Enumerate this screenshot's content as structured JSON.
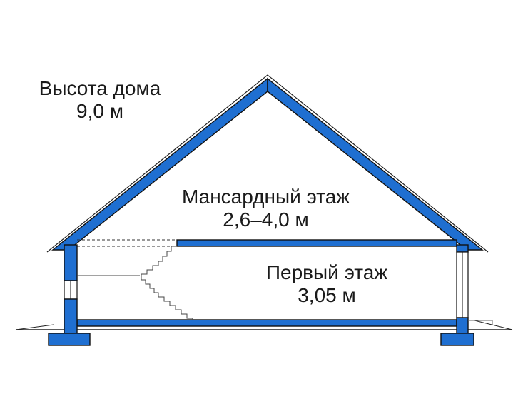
{
  "colors": {
    "wall_fill": "#1f6fd1",
    "wall_stroke": "#111111",
    "line": "#222222",
    "background": "#ffffff"
  },
  "labels": {
    "house_height": {
      "title": "Высота дома",
      "value": "9,0 м"
    },
    "attic_floor": {
      "title": "Мансардный этаж",
      "value": "2,6–4,0 м"
    },
    "first_floor": {
      "title": "Первый этаж",
      "value": "3,05 м"
    }
  }
}
